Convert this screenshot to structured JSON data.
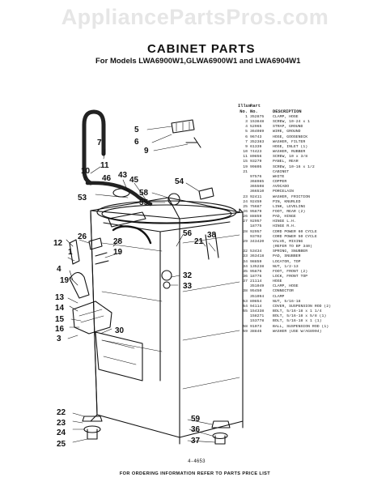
{
  "watermark": "AppliancePartsPros.com",
  "title": "CABINET PARTS",
  "subtitle": "For Models LWA6900W1,GLWA6900W1 and LWA6904W1",
  "table": {
    "head1": [
      "Illus.",
      "Part"
    ],
    "head2": [
      "No.",
      "No.",
      "DESCRIPTION"
    ],
    "rows": [
      [
        "1",
        "352875",
        "CLAMP, HOSE"
      ],
      [
        "3",
        "153848",
        "SCREW, 10-24 x 1"
      ],
      [
        "4",
        "52965",
        "STRAP, GROUND"
      ],
      [
        "5",
        "364089",
        "WIRE, GROUND"
      ],
      [
        "6",
        "96743",
        "HOSE, GOOSENECK"
      ],
      [
        "7",
        "352383",
        "WASHER, FILTER"
      ],
      [
        "9",
        "61339",
        "HOSE, INLET (1)"
      ],
      [
        "10",
        "74423",
        "WASHER, RUBBER"
      ],
      [
        "11",
        "80856",
        "SCREW, 10 x 3/8"
      ],
      [
        "15",
        "93279",
        "PANEL, REAR"
      ],
      [
        "19",
        "99805",
        "SCREW, 10-16 x 1/2"
      ],
      [
        "21",
        "",
        "CABINET"
      ],
      [
        "",
        "97576",
        "WHITE"
      ],
      [
        "",
        "368985",
        "COPPER"
      ],
      [
        "",
        "365508",
        "AVOCADO"
      ],
      [
        "",
        "366510",
        "PORCELAIN"
      ],
      [
        "23",
        "92411",
        "WASHER, FRICTION"
      ],
      [
        "24",
        "92459",
        "PIN, KNURLED"
      ],
      [
        "25",
        "75687",
        "LINK, LEVELING"
      ],
      [
        "26",
        "95879",
        "FOOT, REAR (2)"
      ],
      [
        "26",
        "88859",
        "PAD, HINGE"
      ],
      [
        "27",
        "92957",
        "HINGE L.H."
      ],
      [
        "",
        "18775",
        "HINGE R.H."
      ],
      [
        "28",
        "92957",
        "CORD POWER 60 CYCLE"
      ],
      [
        "",
        "93792",
        "CORD POWER 50 CYCLE"
      ],
      [
        "29",
        "343420",
        "VALVE, MIXING"
      ],
      [
        "",
        "",
        "(REFER TO BP 340)"
      ],
      [
        "32",
        "53434",
        "SPRING, SNUBBER"
      ],
      [
        "33",
        "363418",
        "PAD, SNUBBER"
      ],
      [
        "34",
        "98859",
        "LOCATOR, TOP"
      ],
      [
        "34",
        "135238",
        "NUT, 1/2-13"
      ],
      [
        "35",
        "95876",
        "FOOT, FRONT (2)"
      ],
      [
        "36",
        "18776",
        "LOCK, FRONT TOP"
      ],
      [
        "37",
        "21114",
        "HOSE"
      ],
      [
        "",
        "351049",
        "CLAMP, HOSE"
      ],
      [
        "38",
        "95450",
        "CONNECTOR"
      ],
      [
        "",
        "351094",
        "CLAMP"
      ],
      [
        "53",
        "80854",
        "NUT, 5/16-18"
      ],
      [
        "54",
        "94114",
        "COVER, SUSPENSION ROD (2)"
      ],
      [
        "55",
        "154338",
        "BOLT, 5/16-18 x 1 1/4"
      ],
      [
        "",
        "158271",
        "BOLT, 5/16-18 x 5/8 (1)"
      ],
      [
        "",
        "153778",
        "BOLT, 5/16-18 x 1 (1)"
      ],
      [
        "58",
        "91073",
        "BALL, SUSPENSION ROD (1)"
      ],
      [
        "59",
        "38846",
        "WASHER (USE W/AG8904)"
      ]
    ]
  },
  "callouts": {
    "c5": "5",
    "c6": "6",
    "c7": "7",
    "c9": "9",
    "c11": "11",
    "c10": "10",
    "c46": "46",
    "c43": "43",
    "c45": "45",
    "c53": "53",
    "c54": "54",
    "c58": "58",
    "c55": "55",
    "c12": "12",
    "c26": "26",
    "c1": "1",
    "c28": "28",
    "c19a": "19",
    "c56": "56",
    "c21": "21",
    "c38": "38",
    "c4": "4",
    "c19b": "19",
    "c13": "13",
    "c14": "14",
    "c32": "32",
    "c33": "33",
    "c15": "15",
    "c16": "16",
    "c30": "30",
    "c3": "3",
    "c22": "22",
    "c23": "23",
    "c24": "24",
    "c25": "25",
    "c59": "59",
    "c36": "36",
    "c37": "37"
  },
  "ref_code": "4-4653",
  "footer": "FOR ORDERING INFORMATION REFER TO PARTS PRICE LIST"
}
